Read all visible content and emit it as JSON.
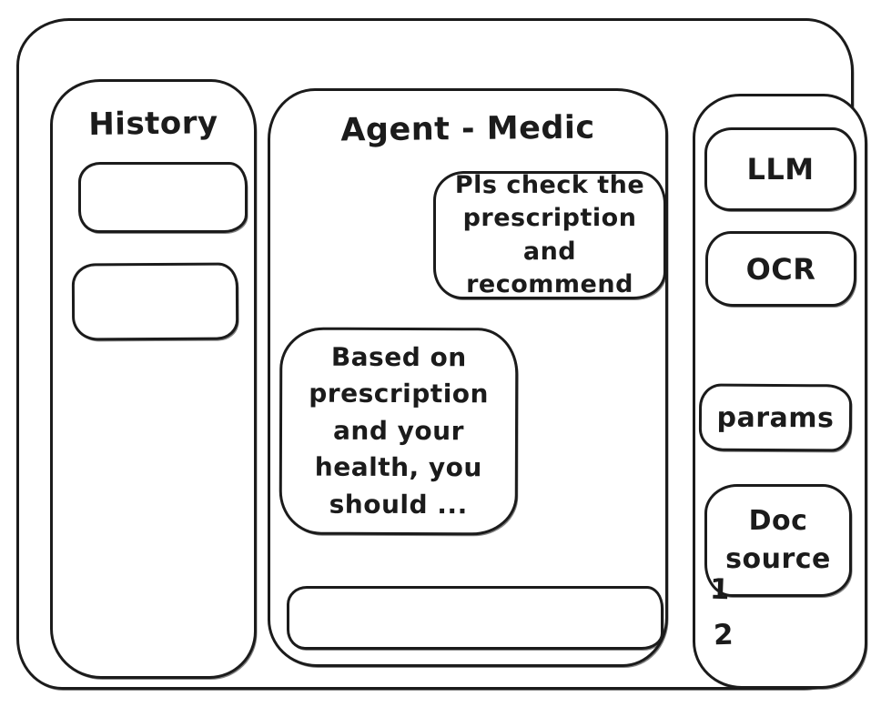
{
  "meta": {
    "stroke_color": "#1b1b1b",
    "background_color": "#ffffff",
    "style": "hand-drawn wireframe"
  },
  "history_panel": {
    "title": "History"
  },
  "chat_panel": {
    "title": "Agent - Medic",
    "messages": {
      "user": {
        "role": "user",
        "text": "Pls check the\nprescription\nand recommend"
      },
      "assistant": {
        "role": "assistant",
        "text": "Based on\nprescription\nand your\nhealth, you\nshould ..."
      }
    },
    "input": {
      "value": "",
      "placeholder": ""
    }
  },
  "tools_panel": {
    "llm_label": "LLM",
    "ocr_label": "OCR",
    "params_label": "params",
    "doc_source_label": "Doc\nsource",
    "source_items": [
      "1",
      "2"
    ]
  }
}
